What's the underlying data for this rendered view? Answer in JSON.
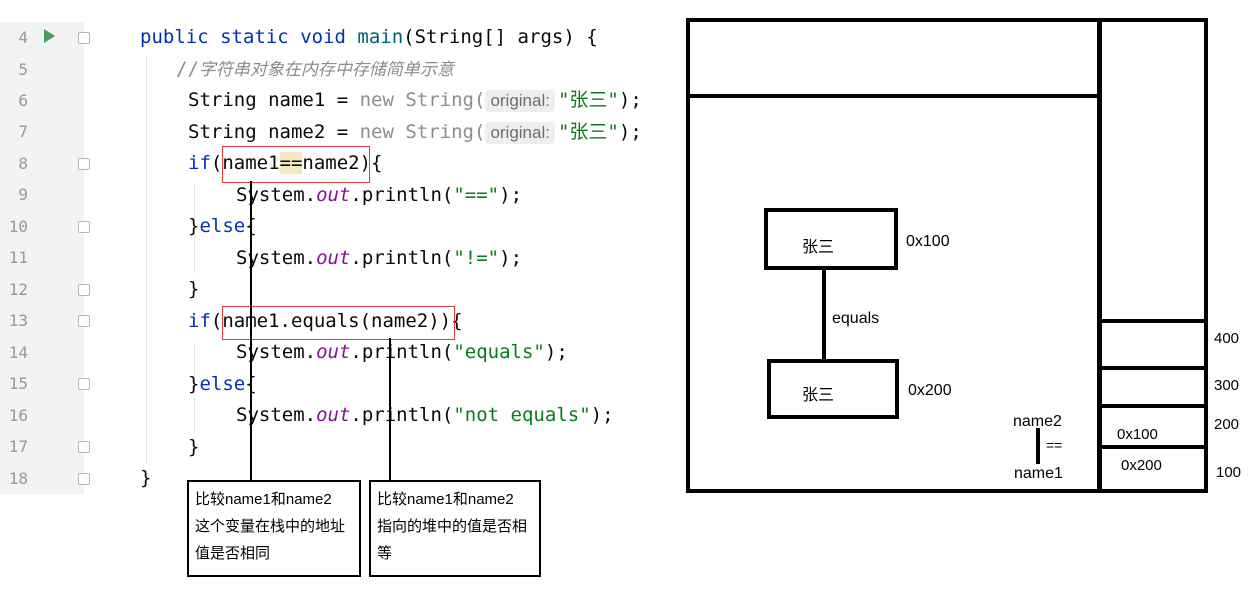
{
  "editor": {
    "line_numbers": [
      "4",
      "5",
      "6",
      "7",
      "8",
      "9",
      "10",
      "11",
      "12",
      "13",
      "14",
      "15",
      "16",
      "17",
      "18"
    ],
    "line4": {
      "public": "public",
      "static": "static",
      "void": "void",
      "main": "main",
      "rest": "(String[] args) {"
    },
    "line5": {
      "slashes": "//",
      "comment": "字符串对象在内存中存储简单示意"
    },
    "line6": {
      "decl": "String name1 = ",
      "new": "new",
      "cls": " String(",
      "hint": "original:",
      "str": "\"张三\"",
      "end": ");"
    },
    "line7": {
      "decl": "String name2 = ",
      "new": "new",
      "cls": " String(",
      "hint": "original:",
      "str": "\"张三\"",
      "end": ");"
    },
    "line8": {
      "if": "if",
      "open": "(name1",
      "op": "==",
      "close": "name2){"
    },
    "line9": {
      "sys": "System.",
      "out": "out",
      "call": ".println(",
      "str": "\"==\"",
      "end": ");"
    },
    "line10": {
      "brace": "}",
      "else": "else",
      "open": "{"
    },
    "line11": {
      "sys": "System.",
      "out": "out",
      "call": ".println(",
      "str": "\"!=\"",
      "end": ");"
    },
    "line12": {
      "brace": "}"
    },
    "line13": {
      "if": "if",
      "rest": "(name1.equals(name2)){"
    },
    "line14": {
      "sys": "System.",
      "out": "out",
      "call": ".println(",
      "str": "\"equals\"",
      "end": ");"
    },
    "line15": {
      "brace": "}",
      "else": "else",
      "open": "{"
    },
    "line16": {
      "sys": "System.",
      "out": "out",
      "call": ".println(",
      "str": "\"not equals\"",
      "end": ");"
    },
    "line17": {
      "brace": "}"
    },
    "line18": {
      "brace": "}"
    }
  },
  "notes": {
    "left": [
      "比较name1和name2",
      "这个变量在栈中的地址",
      "值是否相同"
    ],
    "right": [
      "比较name1和name2",
      "指向的堆中的值是否相",
      "等"
    ]
  },
  "diagram": {
    "obj1": {
      "text": "张三",
      "addr": "0x100"
    },
    "obj2": {
      "text": "张三",
      "addr": "0x200"
    },
    "equals_label": "equals",
    "name2": "name2",
    "eq_sign": "==",
    "name1": "name1",
    "stack_vals": [
      "0x100",
      "0x200"
    ],
    "stack_addrs": [
      "400",
      "300",
      "200",
      "100"
    ]
  },
  "colors": {
    "keyword": "#0033b3",
    "method": "#00627a",
    "string": "#067d17",
    "field": "#871094",
    "comment": "#8c8c8c",
    "highlight_box": "#e23b3b",
    "run_icon": "#4a9e5c"
  }
}
